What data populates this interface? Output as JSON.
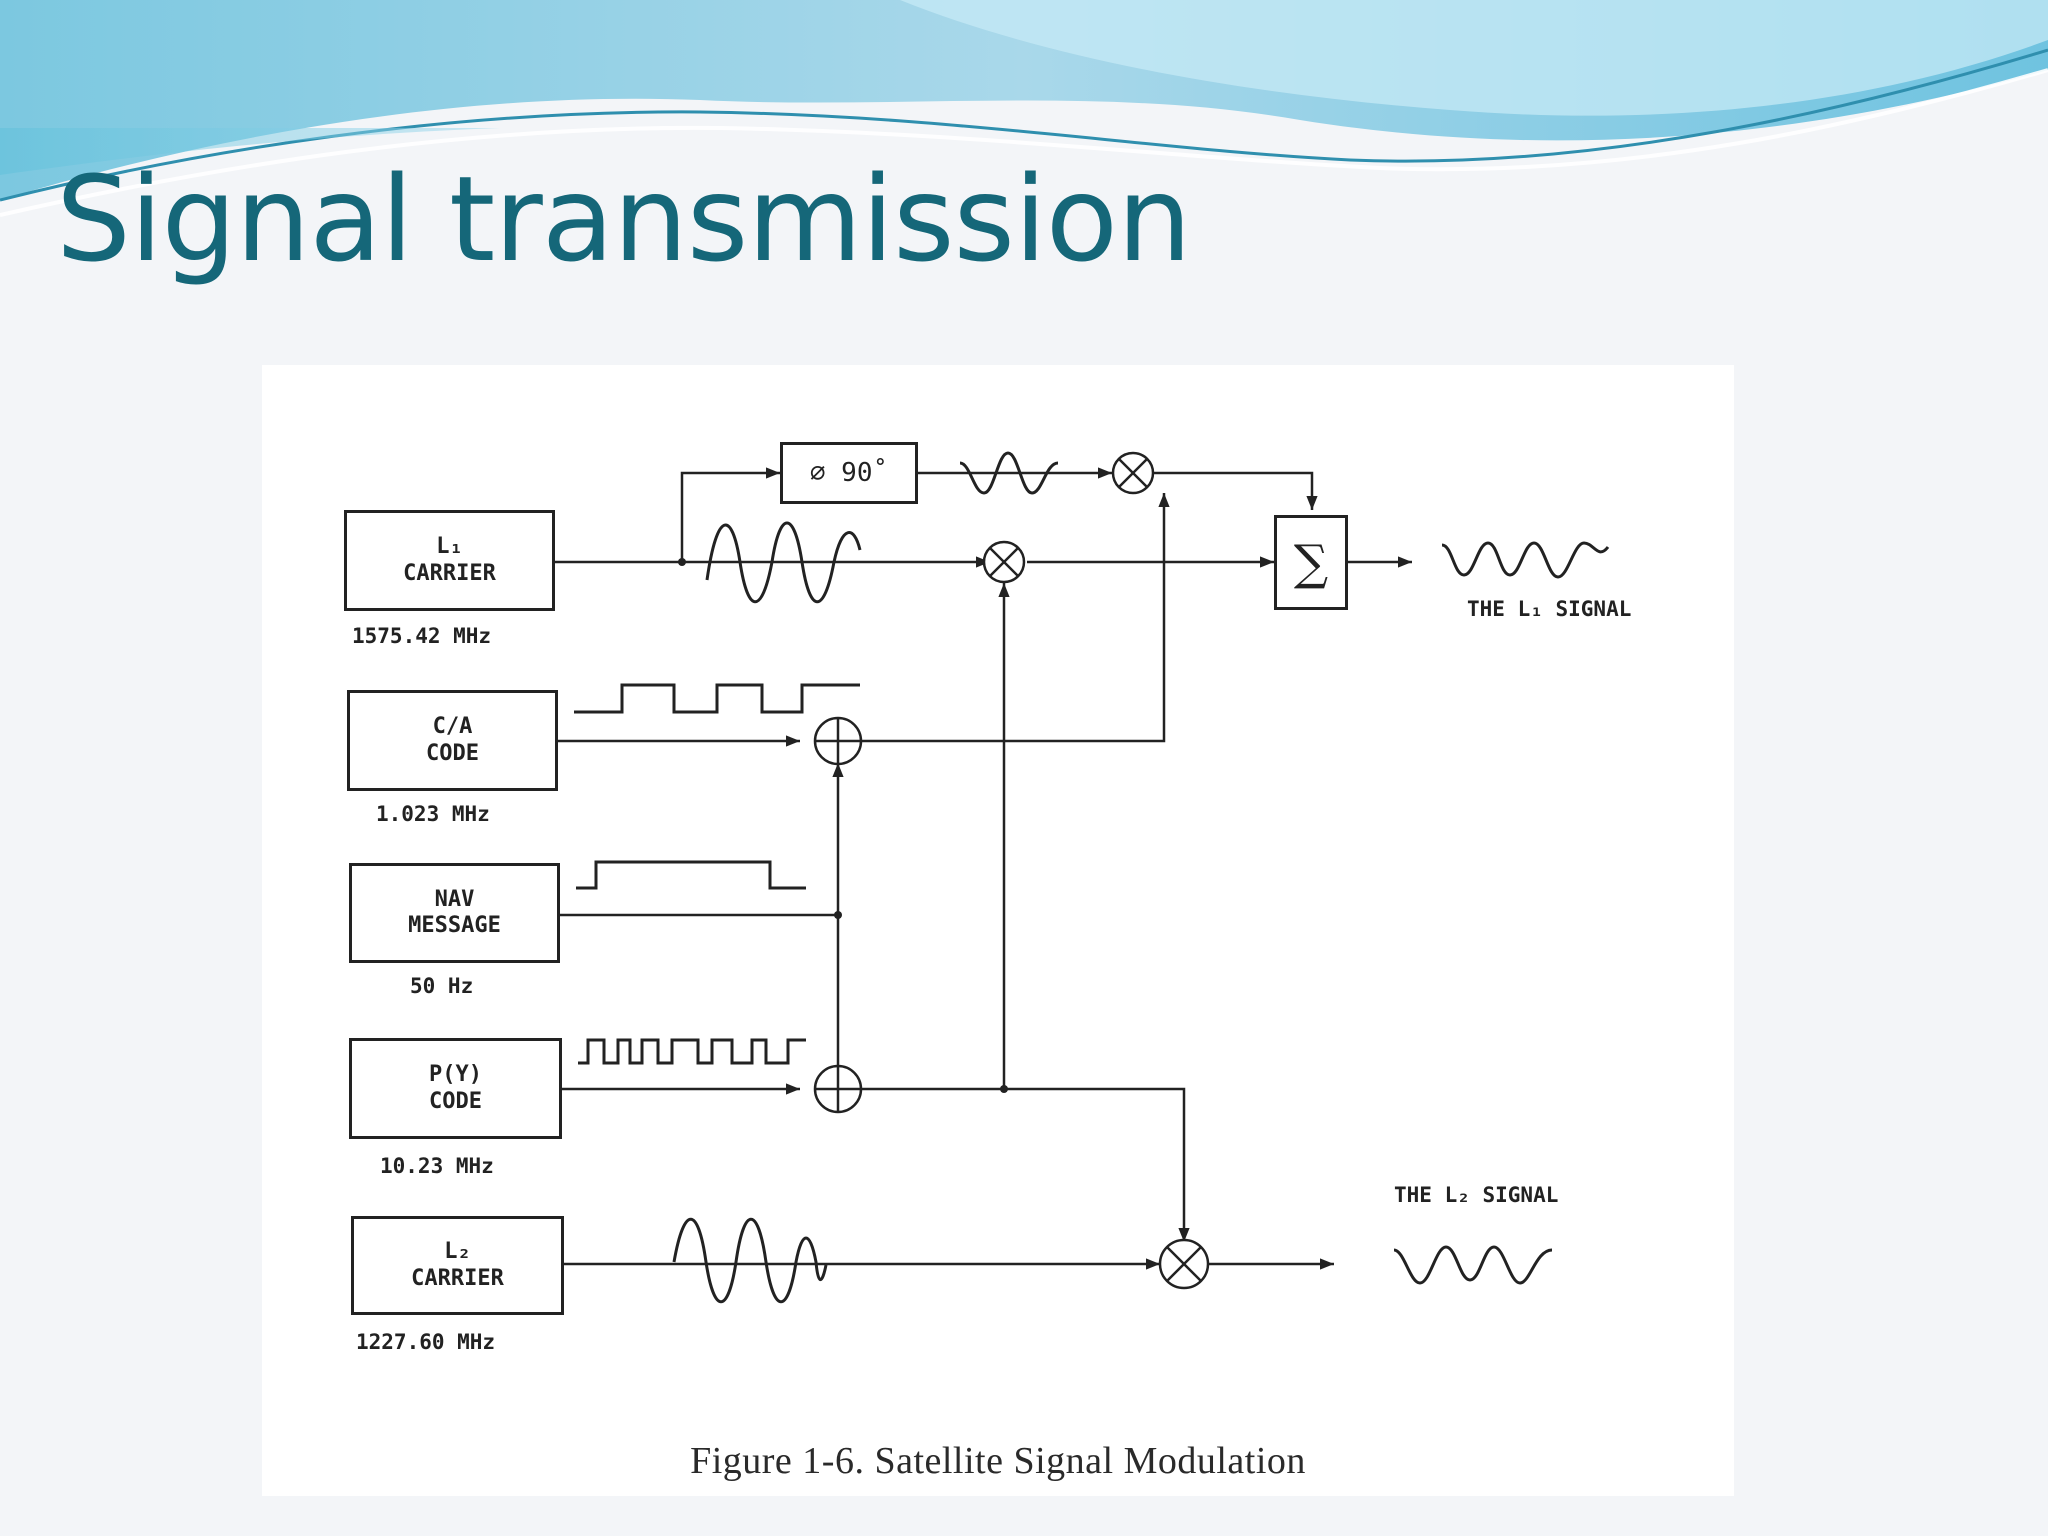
{
  "slide": {
    "title": "Signal transmission",
    "theme_colors": {
      "title": "#156779",
      "wave_light": "#8fd3ea",
      "wave_dark": "#4aaecb"
    }
  },
  "figure": {
    "caption": "Figure 1-6.  Satellite Signal Modulation",
    "blocks": {
      "l1_carrier": {
        "line1": "L₁",
        "line2": "CARRIER",
        "freq": "1575.42 MHz"
      },
      "ca_code": {
        "line1": "C/A",
        "line2": "CODE",
        "freq": "1.023 MHz"
      },
      "nav_message": {
        "line1": "NAV",
        "line2": "MESSAGE",
        "freq": "50 Hz"
      },
      "py_code": {
        "line1": "P(Y)",
        "line2": "CODE",
        "freq": "10.23 MHz"
      },
      "l2_carrier": {
        "line1": "L₂",
        "line2": "CARRIER",
        "freq": "1227.60 MHz"
      }
    },
    "phase_shift": "⌀ 90˚",
    "summer_symbol": "∑",
    "outputs": {
      "l1": "THE L₁ SIGNAL",
      "l2": "THE L₂ SIGNAL"
    },
    "icons": [
      "mixer-icon",
      "modulo2-adder-icon",
      "summer-icon",
      "arrow-icon",
      "sine-wave-icon",
      "square-wave-icon"
    ]
  }
}
